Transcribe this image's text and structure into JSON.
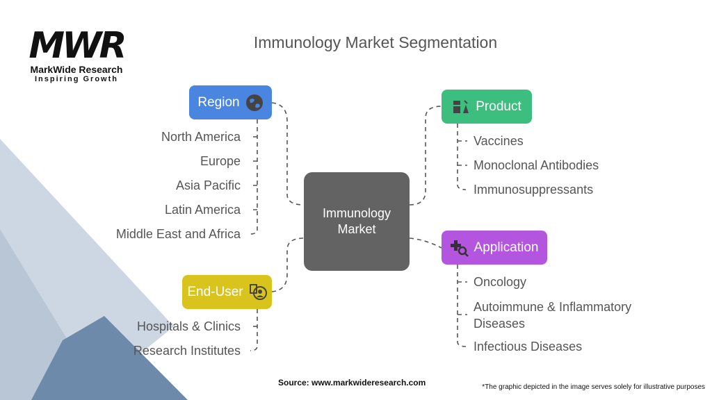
{
  "logo": {
    "mark": "MWR",
    "name": "MarkWide Research",
    "tagline": "Inspiring Growth"
  },
  "title": "Immunology Market Segmentation",
  "center": {
    "line1": "Immunology",
    "line2": "Market"
  },
  "segments": {
    "region": {
      "label": "Region",
      "icon": "globe-icon",
      "color": "#4a86e0",
      "items": [
        "North America",
        "Europe",
        "Asia Pacific",
        "Latin America",
        "Middle East and Africa"
      ]
    },
    "product": {
      "label": "Product",
      "icon": "medicine-icon",
      "color": "#3cbf7e",
      "items": [
        "Vaccines",
        "Monoclonal Antibodies",
        "Immunosuppressants"
      ]
    },
    "application": {
      "label": "Application",
      "icon": "medical-search-icon",
      "color": "#b455e0",
      "items": [
        "Oncology",
        "Autoimmune & Inflammatory Diseases",
        "Infectious Diseases"
      ]
    },
    "end_user": {
      "label": "End-User",
      "icon": "user-document-icon",
      "color": "#d8c41c",
      "items": [
        "Hospitals & Clinics",
        "Research Institutes"
      ]
    }
  },
  "source": "Source: www.markwideresearch.com",
  "footnote": "*The graphic depicted in the image serves solely for illustrative purposes"
}
